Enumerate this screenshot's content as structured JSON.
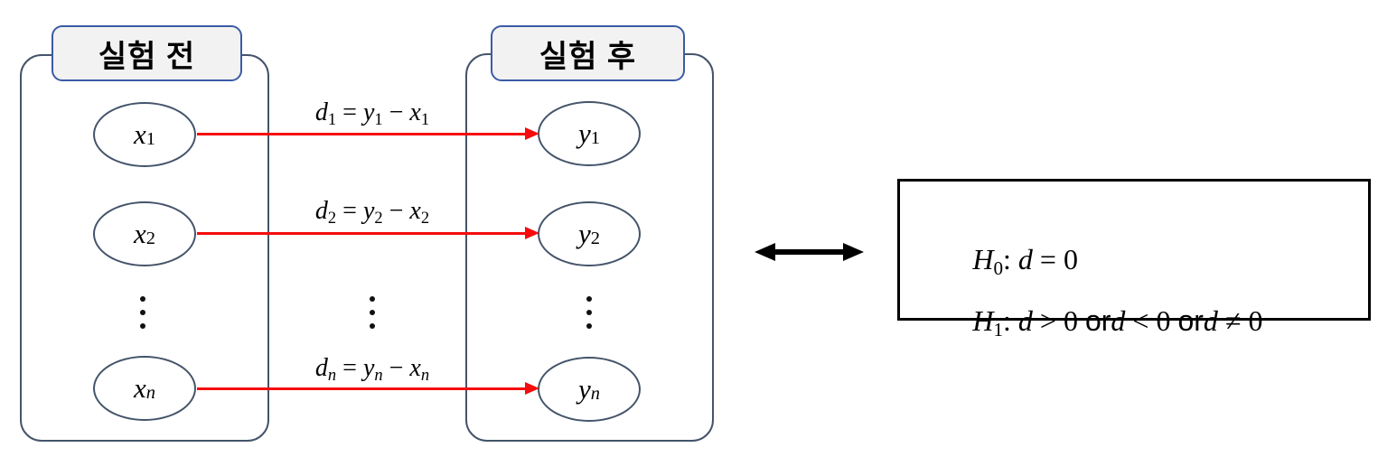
{
  "diagram": {
    "panels": {
      "before": {
        "title": "실험 전"
      },
      "after": {
        "title": "실험 후"
      }
    },
    "rows": [
      {
        "x": "x",
        "x_sub": "1",
        "y": "y",
        "y_sub": "1",
        "d": "d",
        "d_sub": "1",
        "eq": " = ",
        "minus": " − "
      },
      {
        "x": "x",
        "x_sub": "2",
        "y": "y",
        "y_sub": "2",
        "d": "d",
        "d_sub": "2",
        "eq": " = ",
        "minus": " − "
      },
      {
        "x": "x",
        "x_sub": "n",
        "y": "y",
        "y_sub": "n",
        "d": "d",
        "d_sub": "n",
        "eq": " = ",
        "minus": " − "
      }
    ],
    "ellipsis": "⋮",
    "hypothesis": {
      "line1": {
        "h": "H",
        "sub": "0",
        "colon": ": ",
        "d": "d",
        "rest": " = 0"
      },
      "line2": {
        "h": "H",
        "sub": "1",
        "colon": ": ",
        "d1": "d",
        "cmp1": " > 0 ",
        "or1": "or",
        "d2": "d",
        "cmp2": " < 0 ",
        "or2": "or",
        "d3": "d",
        "cmp3": " ≠ 0"
      }
    },
    "colors": {
      "outline": "#44546A",
      "header_border": "#3A5BA5",
      "header_fill": "#F2F2F2",
      "arrow_red": "#F50D0D",
      "text": "#000000"
    }
  }
}
